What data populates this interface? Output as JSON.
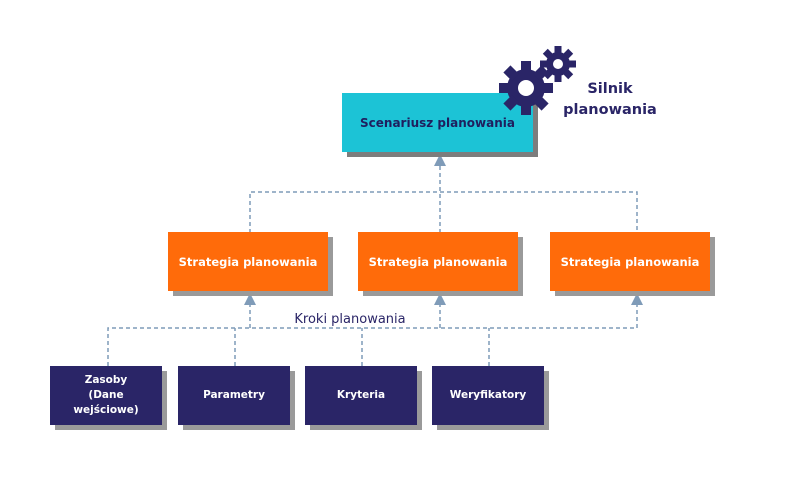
{
  "engine": {
    "label_line1": "Silnik",
    "label_line2": "planowania",
    "icon": "gears-icon",
    "color": "#2a2567"
  },
  "scenario": {
    "label": "Scenariusz planowania",
    "color": "#1cc3d6"
  },
  "strategies": [
    {
      "label": "Strategia planowania"
    },
    {
      "label": "Strategia planowania"
    },
    {
      "label": "Strategia planowania"
    }
  ],
  "strategy_color": "#ff6b0a",
  "steps_title": "Kroki planowania",
  "steps": [
    {
      "line1": "Zasoby",
      "line2": "(Dane wejściowe)"
    },
    {
      "line1": "Parametry",
      "line2": ""
    },
    {
      "line1": "Kryteria",
      "line2": ""
    },
    {
      "line1": "Weryfikatory",
      "line2": ""
    }
  ],
  "step_color": "#2a2567",
  "connector_color": "#7f9bb8"
}
